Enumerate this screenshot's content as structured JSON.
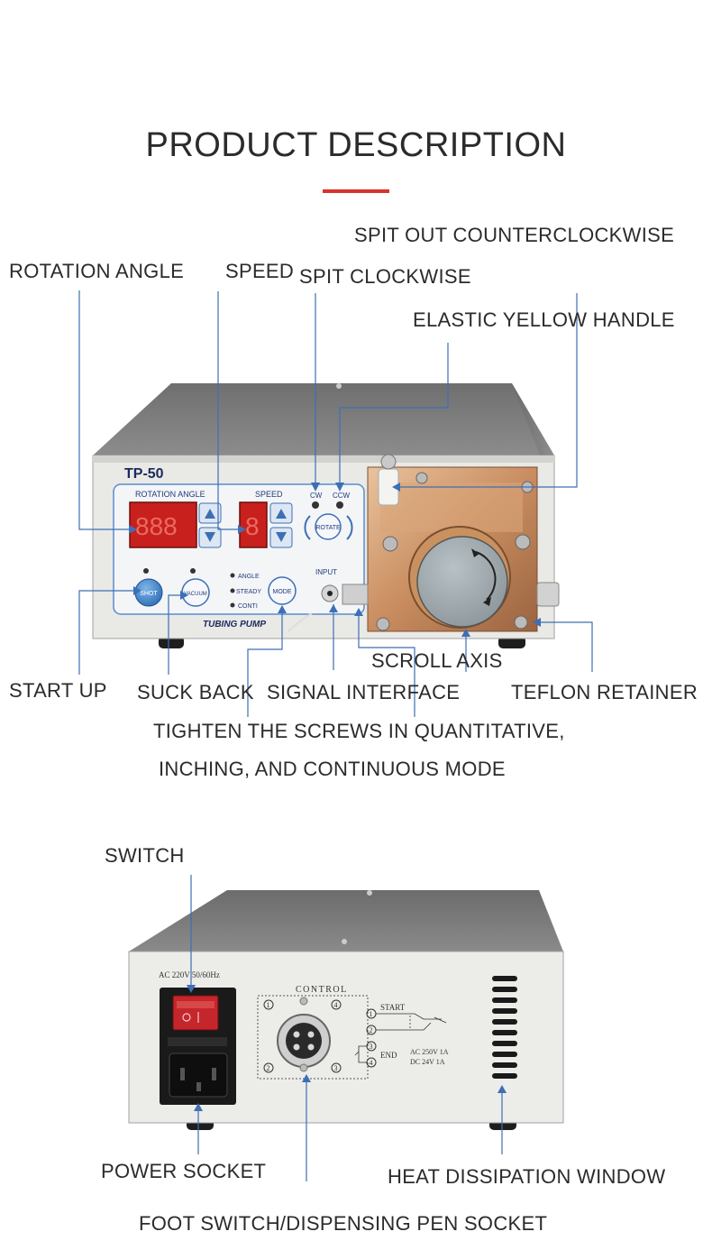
{
  "heading": "PRODUCT DESCRIPTION",
  "accent_color": "#d9332b",
  "front_labels": {
    "spit_ccw": "SPIT OUT COUNTERCLOCKWISE",
    "rotation_angle": "ROTATION ANGLE",
    "speed": "SPEED",
    "spit_cw": "SPIT CLOCKWISE",
    "elastic_handle": "ELASTIC YELLOW HANDLE",
    "start_up": "START UP",
    "suck_back": "SUCK BACK",
    "signal_interface": "SIGNAL INTERFACE",
    "scroll_axis": "SCROLL AXIS",
    "teflon_retainer": "TEFLON RETAINER",
    "tighten_line1": "TIGHTEN THE SCREWS IN QUANTITATIVE,",
    "tighten_line2": "INCHING, AND CONTINUOUS MODE"
  },
  "front_panel": {
    "model": "TP-50",
    "rotation_angle": "ROTATION ANGLE",
    "speed": "SPEED",
    "cw": "CW",
    "ccw": "CCW",
    "rotate": "ROTATE",
    "shot": "SHOT",
    "vacuum": "VACUUM",
    "angle": "ANGLE",
    "steady": "STEADY",
    "conti": "CONTI",
    "mode": "MODE",
    "input": "INPUT",
    "tubing_pump": "TUBING PUMP"
  },
  "back_labels": {
    "switch": "SWITCH",
    "power_socket": "POWER SOCKET",
    "heat_window": "HEAT DISSIPATION WINDOW",
    "foot_switch": "FOOT SWITCH/DISPENSING PEN SOCKET"
  },
  "back_panel": {
    "ac_rating": "AC 220V 50/60Hz",
    "control": "CONTROL",
    "start": "START",
    "end": "END",
    "rating_ac": "AC 250V 1A",
    "rating_dc": "DC 24V 1A",
    "pin1": "1",
    "pin2": "2",
    "pin3": "3",
    "pin4": "4"
  }
}
